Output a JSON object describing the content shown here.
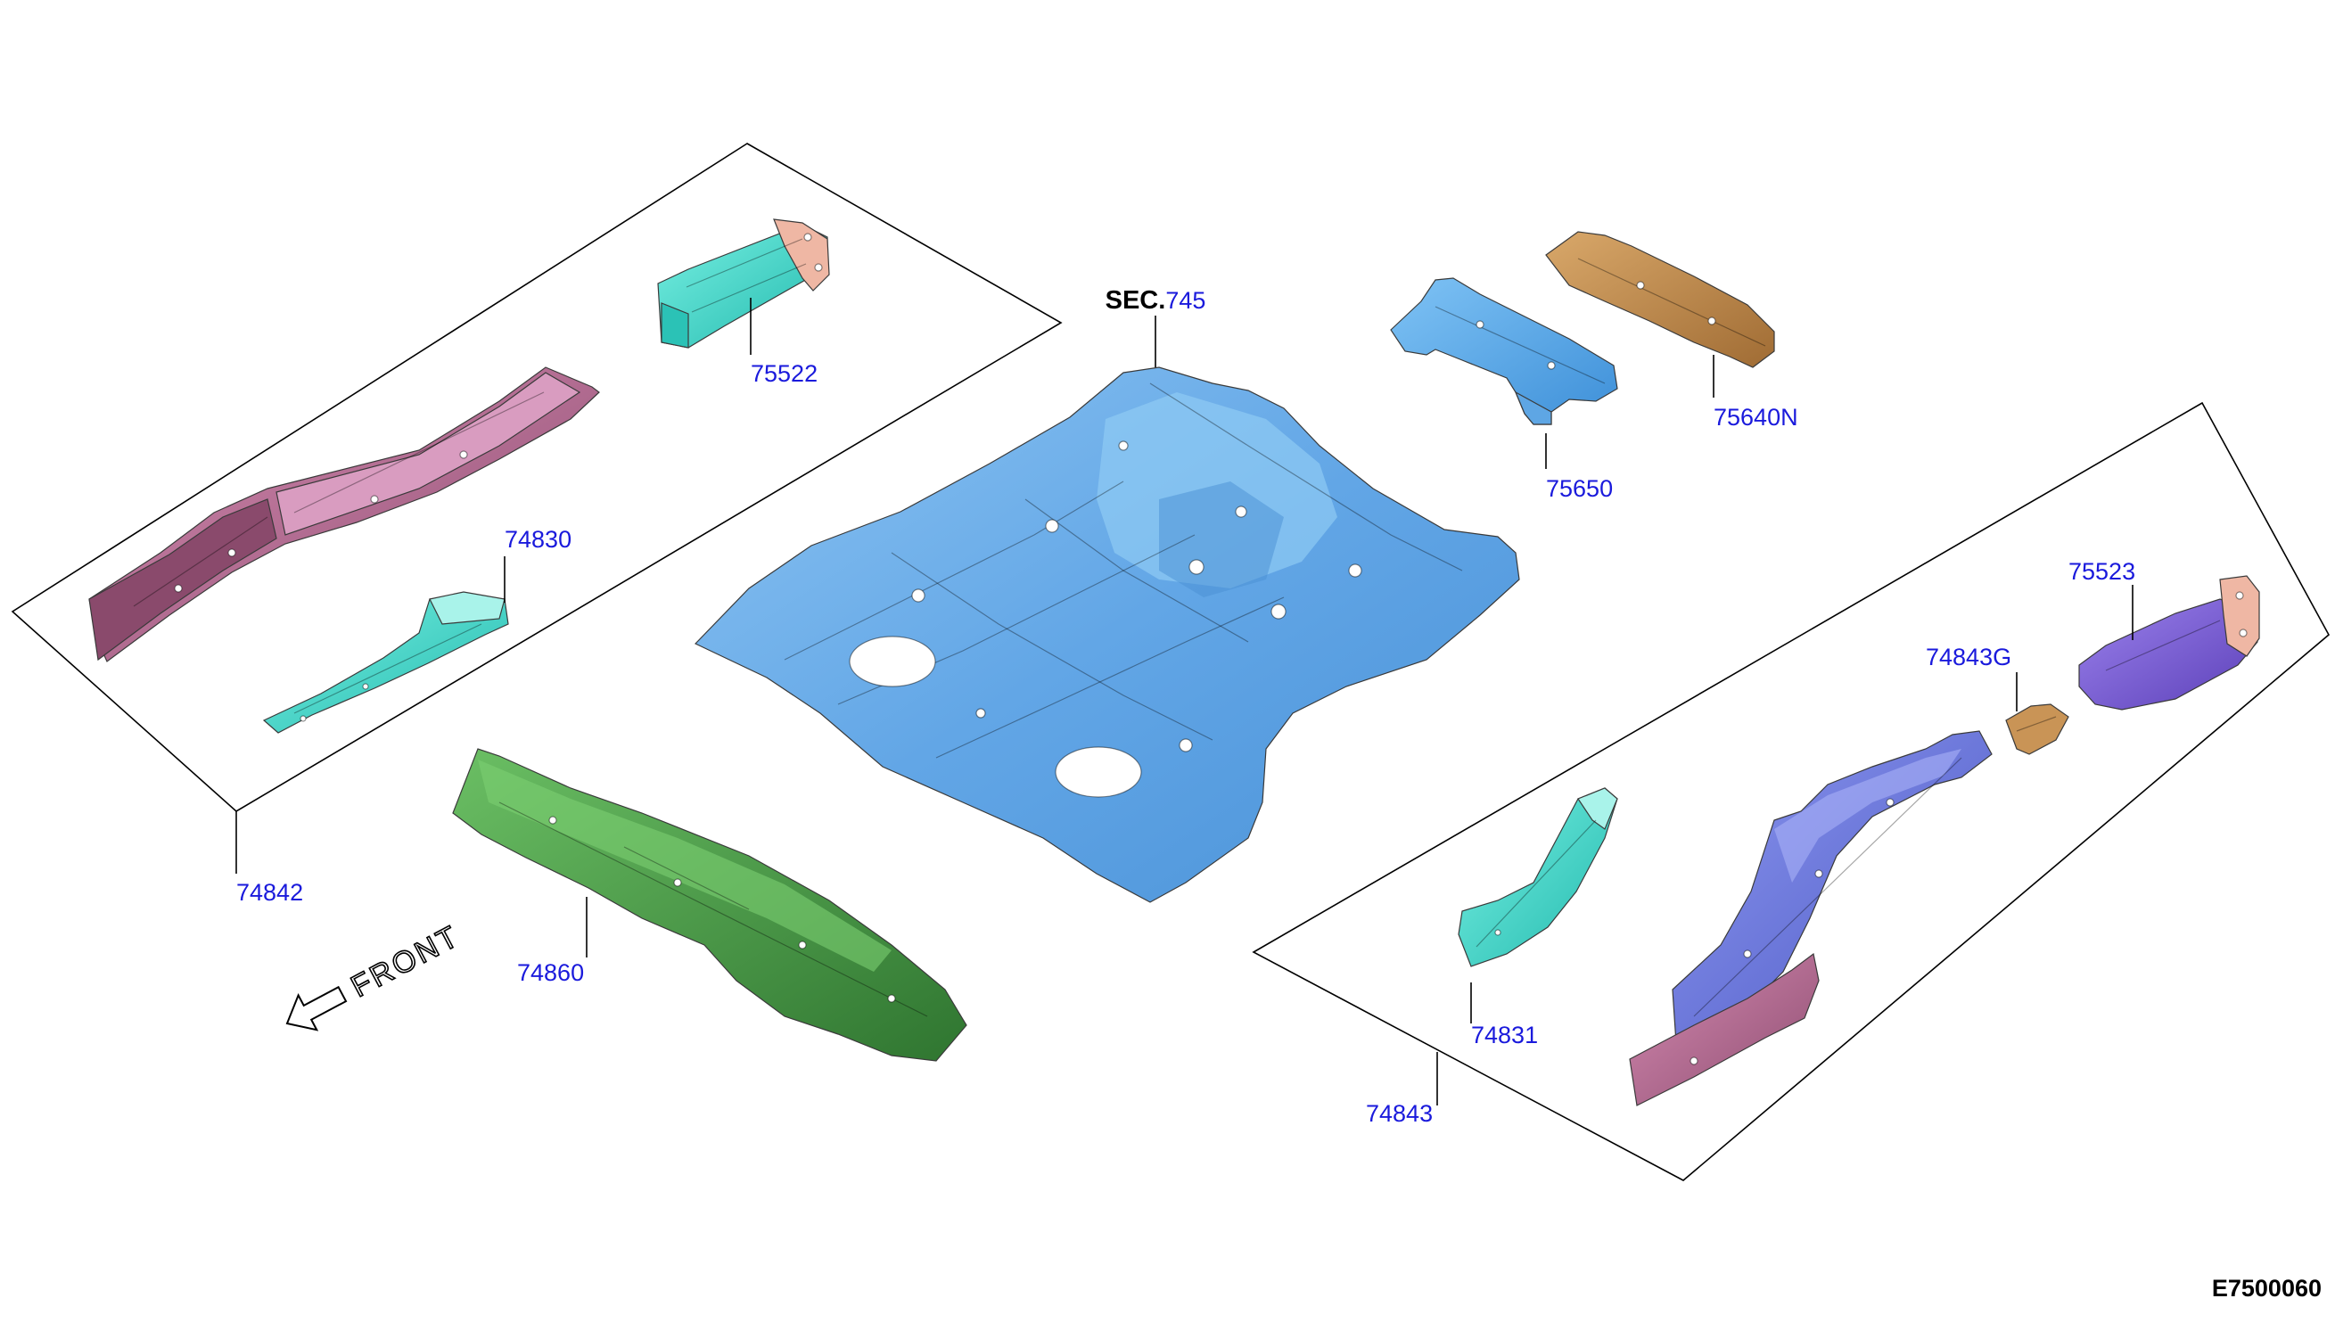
{
  "section": {
    "prefix": "SEC.",
    "number": "745"
  },
  "labels": {
    "p75522": "75522",
    "p74830": "74830",
    "p74842": "74842",
    "p74860": "74860",
    "p75650": "75650",
    "p75640N": "75640N",
    "p75523": "75523",
    "p74843G": "74843G",
    "p74831": "74831",
    "p74843": "74843"
  },
  "front": "FRONT",
  "diagram_code": "E7500060",
  "colors": {
    "label": "#1a1adc",
    "floor_panel": "#6aaae6",
    "rail_left": "#b2698f",
    "bracket_cyan": "#3fd9c9",
    "member_green": "#4e9a4a",
    "member_blue": "#4fa6ea",
    "member_brown": "#c08b4d",
    "member_purple": "#7a5cd6",
    "rail_right": "#6a78de",
    "rail_right_pink": "#c06a96",
    "flange_orange": "#efb7a4"
  }
}
